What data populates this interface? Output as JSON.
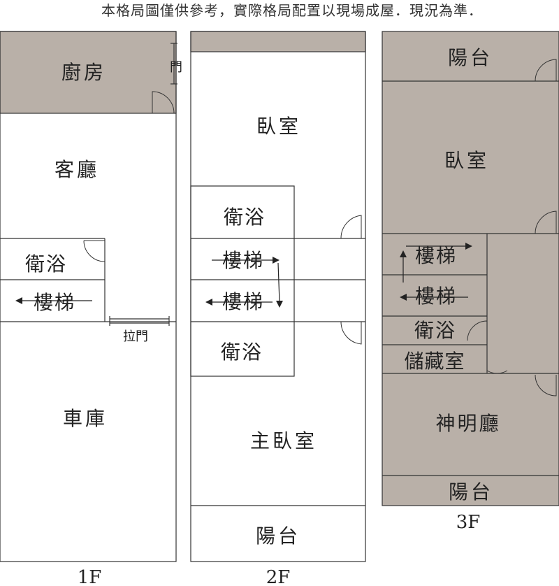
{
  "notice": "本格局圖僅供參考，實際格局配置以現場成屋．現況為準．",
  "floors": {
    "f1": {
      "caption": "1F",
      "rooms": {
        "kitchen": "廚房",
        "living": "客廳",
        "bath": "衛浴",
        "stairs": "樓梯",
        "garage": "車庫"
      },
      "door_label": "門",
      "sliding_door_label": "拉門"
    },
    "f2": {
      "caption": "2F",
      "rooms": {
        "bedroom": "臥室",
        "bath_upper": "衛浴",
        "stairs_upper": "樓梯",
        "stairs_lower": "樓梯",
        "bath_lower": "衛浴",
        "master_bedroom": "主臥室",
        "balcony": "陽台"
      }
    },
    "f3": {
      "caption": "3F",
      "rooms": {
        "balcony_top": "陽台",
        "bedroom": "臥室",
        "stairs_upper": "樓梯",
        "stairs_lower": "樓梯",
        "bath": "衛浴",
        "storage": "儲藏室",
        "shrine_hall": "神明廳",
        "balcony_bottom": "陽台"
      }
    }
  },
  "colors": {
    "shaded_room": "#b9b0a8",
    "wall": "#333333",
    "background": "#ffffff"
  }
}
